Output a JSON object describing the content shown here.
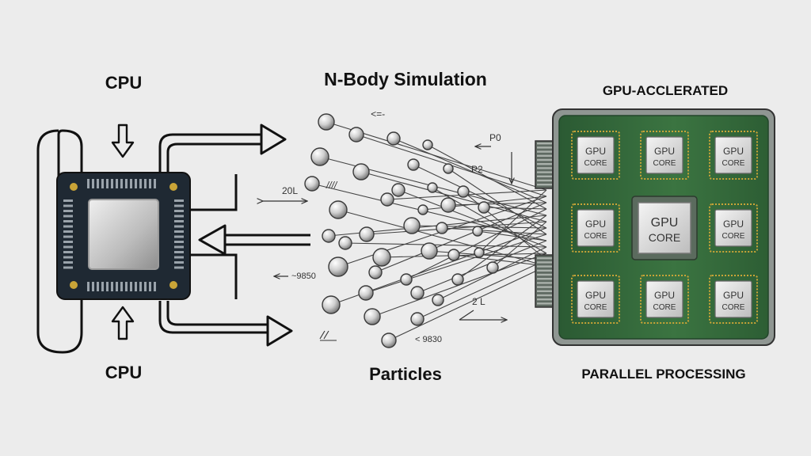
{
  "labels": {
    "cpu_top": "CPU",
    "cpu_bottom": "CPU",
    "nbody_title": "N-Body Simulation",
    "particles": "Particles",
    "gpu_title": "GPU-ACCLERATED",
    "parallel": "PARALLEL PROCESSING"
  },
  "annotations": {
    "a1": "<=-",
    "a2": "P0",
    "a3": "P2",
    "a4": "20L",
    "a5": "////",
    "a6": "~9850",
    "a7": "2 L",
    "a8": "< 9830"
  },
  "gpu": {
    "center_core": {
      "line1": "GPU",
      "line2": "CORE"
    },
    "cores": [
      {
        "line1": "GPU",
        "line2": "CORE"
      },
      {
        "line1": "GPU",
        "line2": "CORE"
      },
      {
        "line1": "GPU",
        "line2": "CORE"
      },
      {
        "line1": "GPU",
        "line2": "CORE"
      },
      {
        "line1": "GPU",
        "line2": "CORE"
      },
      {
        "line1": "GPU",
        "line2": "CORE"
      },
      {
        "line1": "GPU",
        "line2": "CORE"
      },
      {
        "line1": "GPU",
        "line2": "CORE"
      }
    ]
  },
  "colors": {
    "background": "#ececec",
    "cpu_body": "#1f2933",
    "cpu_die": "#c9c9c9",
    "gpu_board": "#2e5e35",
    "gpu_board_light": "#3f7a45",
    "gold_pad": "#c9a437",
    "core_chip": "#d8d8d8"
  }
}
